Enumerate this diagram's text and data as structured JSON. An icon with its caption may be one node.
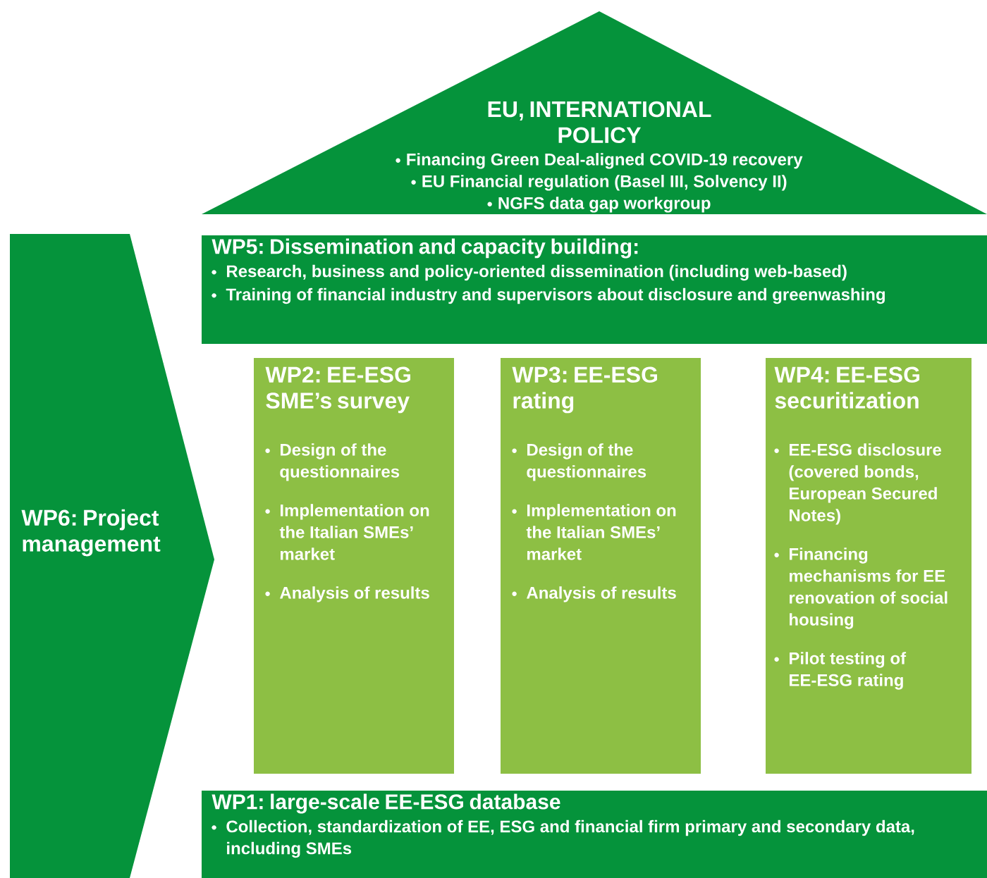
{
  "diagram": {
    "nodes": [
      {
        "text": [
          "EU, INTERNATIONAL POLICY",
          "Financing Green Deal-aligned COVID-19 recovery",
          "EU Financial regulation (Basel III, Solvency II)",
          "NGFS data gap workgroup"
        ]
      },
      {
        "text": [
          "WP6: Project management"
        ]
      },
      {
        "text": [
          "WP5: Dissemination and capacity building:",
          "Research, business and policy-oriented dissemination (including web-based)",
          "Training of financial industry and supervisors about disclosure and greenwashing"
        ]
      },
      {
        "text": [
          "WP2: EE-ESG SME’s survey",
          "Design of the questionnaires",
          "Implementation on the Italian SMEs’ market",
          "Analysis of results"
        ]
      },
      {
        "text": [
          "WP3: EE-ESG rating",
          "Design of the questionnaires",
          "Implementation on the Italian SMEs’ market",
          "Analysis of results"
        ]
      },
      {
        "text": [
          "WP4: EE-ESG securitization",
          "EE-ESG disclosure (covered bonds, European Secured Notes)",
          "Financing mechanisms for EE renovation of social housing",
          "Pilot testing of EE-ESG rating"
        ]
      },
      {
        "text": [
          "WP1: large-scale EE-ESG database",
          "Collection, standardization of EE, ESG and financial firm primary and secondary data, including SMEs"
        ]
      }
    ]
  }
}
